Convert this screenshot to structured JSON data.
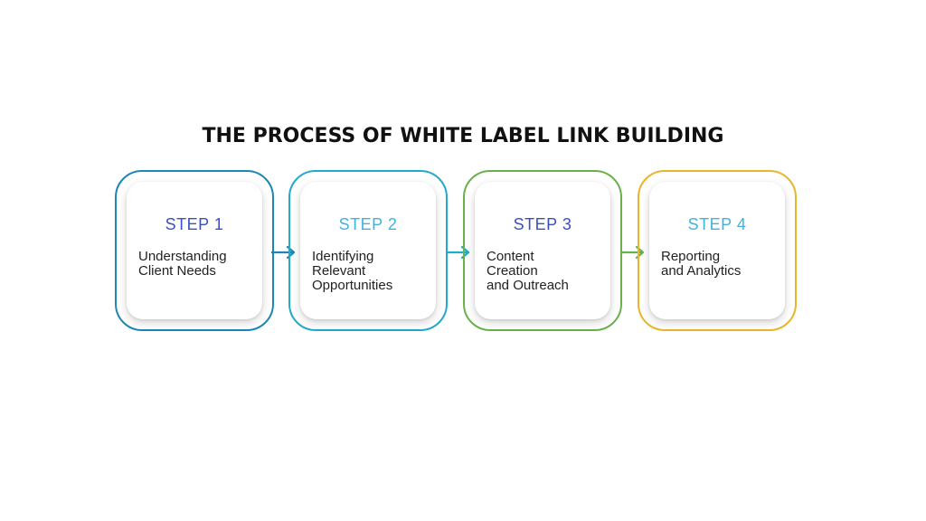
{
  "title": "THE PROCESS OF WHITE LABEL LINK BUILDING",
  "steps": [
    {
      "label": "STEP 1",
      "description": "Understanding\nClient Needs",
      "border_color": "#1d86b5",
      "label_color": "#3b4fc4"
    },
    {
      "label": "STEP 2",
      "description": "Identifying\nRelevant\nOpportunities",
      "border_color": "#22aacb",
      "label_color": "#3fb2e4"
    },
    {
      "label": "STEP 3",
      "description": "Content\nCreation\nand Outreach",
      "border_color": "#6ab04c",
      "label_color": "#3b4fc4"
    },
    {
      "label": "STEP 4",
      "description": "Reporting\nand Analytics",
      "border_color": "#e7b62b",
      "label_color": "#3fb2e4"
    }
  ],
  "arrows": [
    {
      "color": "#1d86b5"
    },
    {
      "color": "#22aacb"
    },
    {
      "color": "#6ab04c"
    }
  ]
}
